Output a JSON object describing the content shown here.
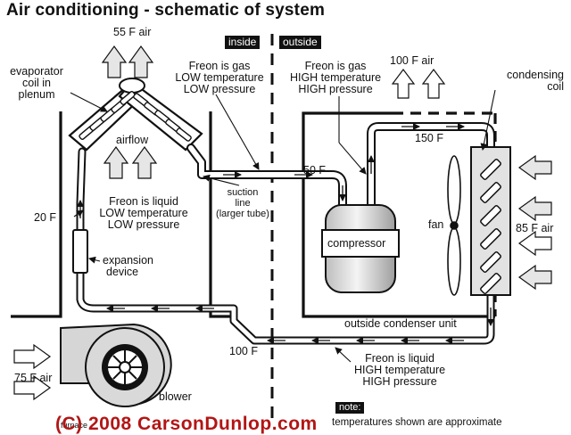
{
  "title": "Air conditioning - schematic of system",
  "zones": {
    "inside": "inside",
    "outside": "outside"
  },
  "labels": {
    "air_55": "55 F air",
    "evaporator": [
      "evaporator",
      "coil in",
      "plenum"
    ],
    "freon_gas_low": [
      "Freon is gas",
      "LOW temperature",
      "LOW pressure"
    ],
    "freon_gas_high": [
      "Freon is gas",
      "HIGH temperature",
      "HIGH pressure"
    ],
    "air_100": "100 F air",
    "condensing": [
      "condensing",
      "coil"
    ],
    "temp_150": "150 F",
    "temp_50": "50 F",
    "airflow": "airflow",
    "suction_line": [
      "suction",
      "line",
      "(larger tube)"
    ],
    "freon_liquid_low": [
      "Freon is liquid",
      "LOW temperature",
      "LOW pressure"
    ],
    "temp_20": "20 F",
    "compressor": "compressor",
    "fan": "fan",
    "air_85": "85 F air",
    "expansion": [
      "expansion",
      "device"
    ],
    "outside_unit": "outside condenser unit",
    "temp_100": "100 F",
    "freon_liquid_high": [
      "Freon is liquid",
      "HIGH temperature",
      "HIGH pressure"
    ],
    "air_75": "75 F air",
    "blower": "blower",
    "furnace": "furnace",
    "note": "note:",
    "note_text": "temperatures shown are approximate"
  },
  "watermark": "(C) 2008 CarsonDunlop.com",
  "colors": {
    "ink": "#111111",
    "watermark": "#b31515",
    "arrow_fill": "#e6e6e6"
  }
}
